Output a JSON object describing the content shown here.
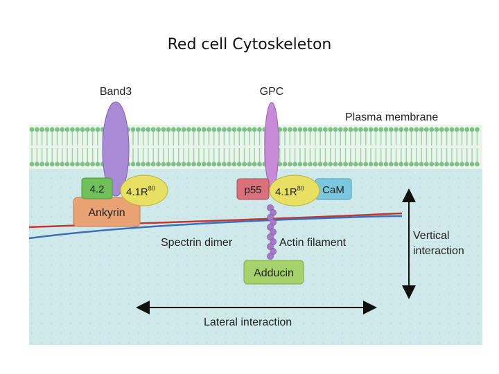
{
  "slide": {
    "title": "Red cell Cytoskeleton"
  },
  "colors": {
    "cytoplasm": "#cfe9ea",
    "lipid_head": "#7fbf8a",
    "lipid_tail": "#9ccfa5",
    "band3": "#a98ad6",
    "gpc": "#c98ad8",
    "protein42": "#6fbf5a",
    "protein41r": "#e8e063",
    "ankyrin": "#e8a273",
    "p55": "#d9707a",
    "cam": "#7cc7e0",
    "adducin": "#a6d26b",
    "actin": "#a678c8",
    "spectrin_red": "#c0392b",
    "spectrin_blue": "#3a6fb8"
  },
  "diagram": {
    "membrane_label": "Plasma membrane",
    "band3_label": "Band3",
    "gpc_label": "GPC",
    "protein42_label": "4.2",
    "protein41r_left_main": "4.1R",
    "protein41r_left_sup": "80",
    "ankyrin_label": "Ankyrin",
    "p55_label": "p55",
    "protein41r_right_main": "4.1R",
    "protein41r_right_sup": "80",
    "cam_label": "CaM",
    "spectrin_label": "Spectrin dimer",
    "actin_label": "Actin filament",
    "adducin_label": "Adducin",
    "vertical_label_line1": "Vertical",
    "vertical_label_line2": "interaction",
    "lateral_label": "Lateral interaction"
  }
}
